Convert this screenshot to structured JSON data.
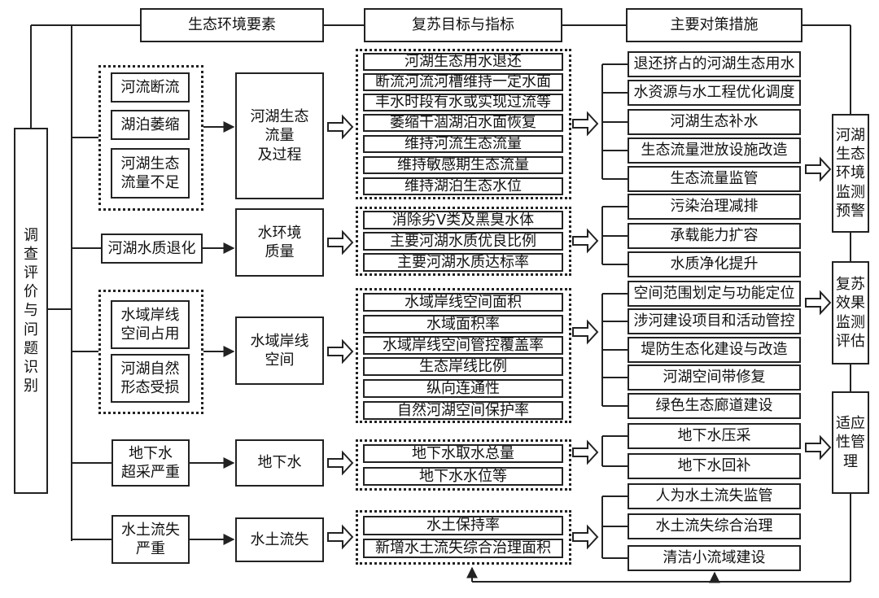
{
  "headers": {
    "col1": "生态环境要素",
    "col2": "复苏目标与指标",
    "col3": "主要对策措施"
  },
  "left_box": "调\n查\n评\n价\n与\n问\n题\n识\n别",
  "problems": {
    "p1": "河流断流",
    "p2": "湖泊萎缩",
    "p3": "河湖生态\n流量不足",
    "p4": "河湖水质退化",
    "p5": "水域岸线\n空间占用",
    "p6": "河湖自然\n形态受损",
    "p7": "地下水\n超采严重",
    "p8": "水土流失\n严重"
  },
  "elements": {
    "e1": "河湖生态\n流量\n及过程",
    "e2": "水环境\n质量",
    "e3": "水域岸线\n空间",
    "e4": "地下水",
    "e5": "水土流失"
  },
  "indicators": {
    "g1": [
      "河湖生态用水退还",
      "断流河流河槽维持一定水面",
      "丰水时段有水或实现过流等",
      "萎缩干涸湖泊水面恢复",
      "维持河流生态流量",
      "维持敏感期生态流量",
      "维持湖泊生态水位"
    ],
    "g2": [
      "消除劣Ⅴ类及黑臭水体",
      "主要河湖水质优良比例",
      "主要河湖水质达标率"
    ],
    "g3": [
      "水域岸线空间面积",
      "水域面积率",
      "水域岸线空间管控覆盖率",
      "生态岸线比例",
      "纵向连通性",
      "自然河湖空间保护率"
    ],
    "g4": [
      "地下水取水总量",
      "地下水水位等"
    ],
    "g5": [
      "水土保持率",
      "新增水土流失综合治理面积"
    ]
  },
  "measures": {
    "m1": [
      "退还挤占的河湖生态用水",
      "水资源与水工程优化调度",
      "河湖生态补水",
      "生态流量泄放设施改造",
      "生态流量监管"
    ],
    "m2": [
      "污染治理减排",
      "承载能力扩容",
      "水质净化提升"
    ],
    "m3": [
      "空间范围划定与功能定位",
      "涉河建设项目和活动管控",
      "堤防生态化建设与改造",
      "河湖空间带修复",
      "绿色生态廊道建设"
    ],
    "m4": [
      "地下水压采",
      "地下水回补"
    ],
    "m5": [
      "人为水土流失监管",
      "水土流失综合治理",
      "清洁小流域建设"
    ]
  },
  "right_boxes": {
    "r1": "河湖\n生态\n环境\n监测\n预警",
    "r2": "复苏\n效果\n监测\n评估",
    "r3": "适应\n性管\n理"
  }
}
